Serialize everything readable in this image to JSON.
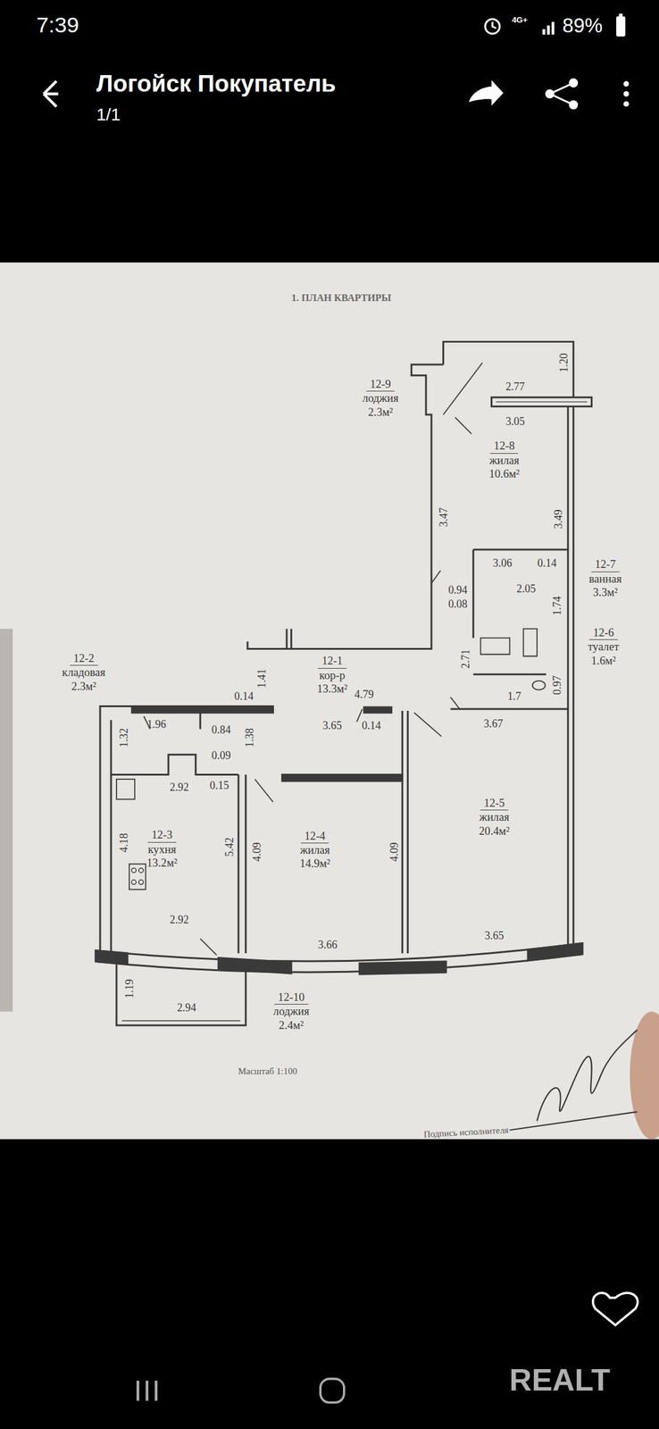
{
  "diagram": {
    "nodes": [
      {
        "text": [
          "12-9",
          "лоджия",
          "2.3м²"
        ]
      },
      {
        "text": [
          "12-8",
          "жилая",
          "10.6м²"
        ]
      },
      {
        "text": [
          "12-7",
          "ванная",
          "3.3м²"
        ]
      },
      {
        "text": [
          "12-6",
          "туалет",
          "1.6м²"
        ]
      },
      {
        "text": [
          "12-2",
          "кладовая",
          "2.3м²"
        ]
      },
      {
        "text": [
          "12-1",
          "кор-р",
          "13.3м²"
        ]
      },
      {
        "text": [
          "12-5",
          "жилая",
          "20.4м²"
        ]
      },
      {
        "text": [
          "12-3",
          "кухня",
          "13.2м²"
        ]
      },
      {
        "text": [
          "12-4",
          "жилая",
          "14.9м²"
        ]
      },
      {
        "text": [
          "12-10",
          "лоджия",
          "2.4м²"
        ]
      }
    ],
    "labels": [
      "7:39",
      "4G+",
      "89%",
      "Логойск Покупатель",
      "1/1",
      "1. ПЛАН КВАРТИРЫ",
      "2.77",
      "3.05",
      "1.20",
      "3.47",
      "3.49",
      "3.06",
      "0.14",
      "0.94",
      "0.08",
      "2.05",
      "1.74",
      "2.71",
      "0.97",
      "1.7",
      "1.41",
      "0.14",
      "4.79",
      "1.32",
      "1.96",
      "0.84",
      "1.38",
      "3.65",
      "0.14",
      "3.67",
      "0.09",
      "2.92",
      "0.15",
      "4.18",
      "5.42",
      "4.09",
      "4.09",
      "2.92",
      "3.66",
      "3.65",
      "1.19",
      "2.94",
      "Масштаб 1:100",
      "Подпись исполнителя",
      "REALT"
    ]
  }
}
